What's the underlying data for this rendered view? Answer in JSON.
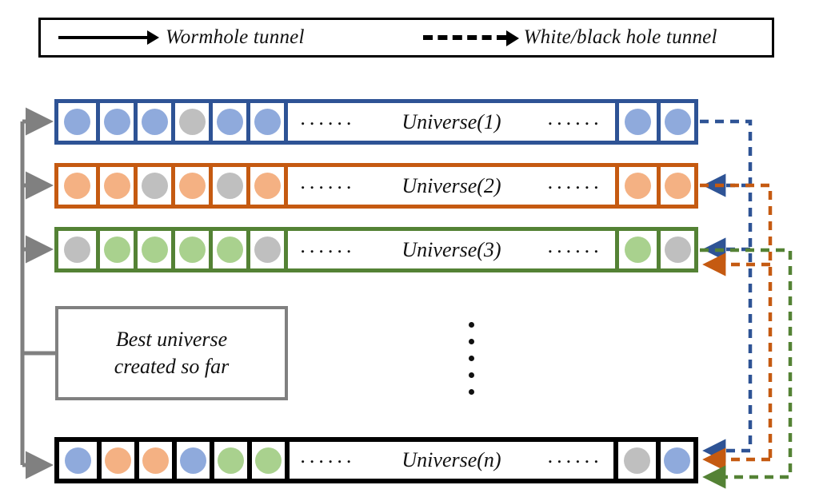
{
  "legend": {
    "items": [
      {
        "style": "solid",
        "icon": "solid-arrow-icon",
        "label": "Wormhole tunnel"
      },
      {
        "style": "dashed",
        "icon": "dashed-arrow-icon",
        "label": "White/black hole tunnel"
      }
    ]
  },
  "colors": {
    "blue_border": "#2E5395",
    "blue_fill": "#8FAADC",
    "orange_border": "#C55A11",
    "orange_fill": "#F4B183",
    "green_border": "#548235",
    "green_fill": "#A9D18E",
    "black_border": "#000000",
    "gray_fill": "#BFBFBF",
    "gray_line": "#808080"
  },
  "universes": [
    {
      "label": "Universe(1)",
      "color": "blue",
      "left_cells": [
        "blue",
        "blue",
        "blue",
        "gray",
        "blue",
        "blue"
      ],
      "right_cells": [
        "blue",
        "blue"
      ],
      "ellipsis_left": "......",
      "ellipsis_right": "......"
    },
    {
      "label": "Universe(2)",
      "color": "orange",
      "left_cells": [
        "orange",
        "orange",
        "gray",
        "orange",
        "gray",
        "orange"
      ],
      "right_cells": [
        "orange",
        "orange"
      ],
      "ellipsis_left": "......",
      "ellipsis_right": "......"
    },
    {
      "label": "Universe(3)",
      "color": "green",
      "left_cells": [
        "gray",
        "green",
        "green",
        "green",
        "green",
        "gray"
      ],
      "right_cells": [
        "green",
        "gray"
      ],
      "ellipsis_left": "......",
      "ellipsis_right": "......"
    },
    {
      "label": "Universe(n)",
      "color": "black",
      "left_cells": [
        "blue",
        "orange",
        "orange",
        "blue",
        "green",
        "green"
      ],
      "right_cells": [
        "gray",
        "blue"
      ],
      "ellipsis_left": "......",
      "ellipsis_right": "......"
    }
  ],
  "best_box": {
    "line1": "Best universe",
    "line2": "created so far"
  },
  "vertical_ellipsis": {
    "dot_count": 5
  }
}
